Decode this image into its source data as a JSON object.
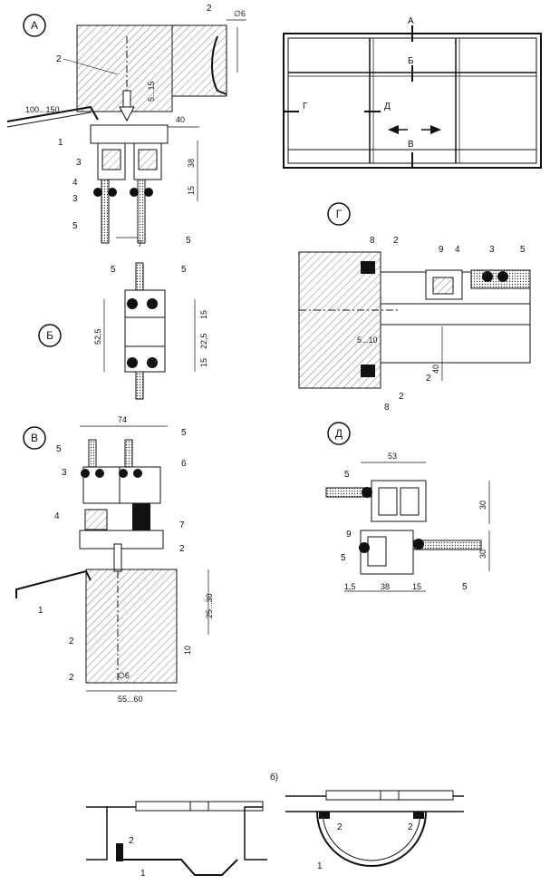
{
  "section_labels": {
    "A": "А",
    "B": "Б",
    "V": "В",
    "G": "Г",
    "D": "Д"
  },
  "elevation_markers": {
    "A": "А",
    "B": "Б",
    "V": "В",
    "G": "Г",
    "D": "Д"
  },
  "part_numbers": [
    "1",
    "2",
    "3",
    "4",
    "5",
    "6",
    "7",
    "8",
    "9"
  ],
  "detail_a": {
    "dims": {
      "projection": "100...150",
      "diameter": "∅6",
      "gap": "5...15",
      "d40": "40",
      "d38": "38",
      "d15": "15",
      "d7": "7"
    }
  },
  "detail_b": {
    "dims": {
      "total": "52,5",
      "d15a": "15",
      "d22": "22,5",
      "d15b": "15"
    }
  },
  "detail_v": {
    "dims": {
      "width": "74",
      "d25": "25...30",
      "d10": "10",
      "diameter": "∅6",
      "base": "55...60"
    }
  },
  "detail_g": {
    "dims": {
      "gap": "5...10",
      "d40": "40"
    }
  },
  "detail_d": {
    "dims": {
      "d53": "53",
      "d30a": "30",
      "d30b": "30",
      "d15": "1,5",
      "d38": "38",
      "d15b": "15"
    }
  },
  "plan_caption": "б)"
}
